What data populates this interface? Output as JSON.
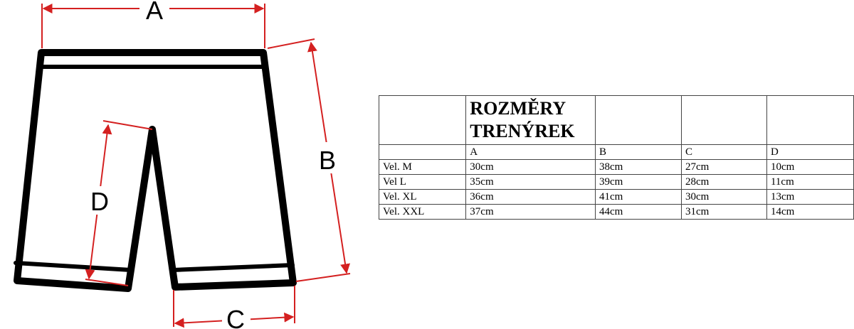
{
  "diagram": {
    "labels": {
      "a": "A",
      "b": "B",
      "c": "C",
      "d": "D"
    },
    "colors": {
      "outline": "#000000",
      "arrow": "#d42020"
    }
  },
  "table": {
    "title_line1": "ROZMĚRY",
    "title_line2": "TRENÝREK",
    "headers": [
      "",
      "A",
      "B",
      "C",
      "D"
    ],
    "rows": [
      [
        "Vel. M",
        "30cm",
        "38cm",
        "27cm",
        "10cm"
      ],
      [
        "Vel L",
        "35cm",
        "39cm",
        "28cm",
        "11cm"
      ],
      [
        "Vel. XL",
        "36cm",
        "41cm",
        "30cm",
        "13cm"
      ],
      [
        "Vel. XXL",
        "37cm",
        "44cm",
        "31cm",
        "14cm"
      ]
    ]
  }
}
